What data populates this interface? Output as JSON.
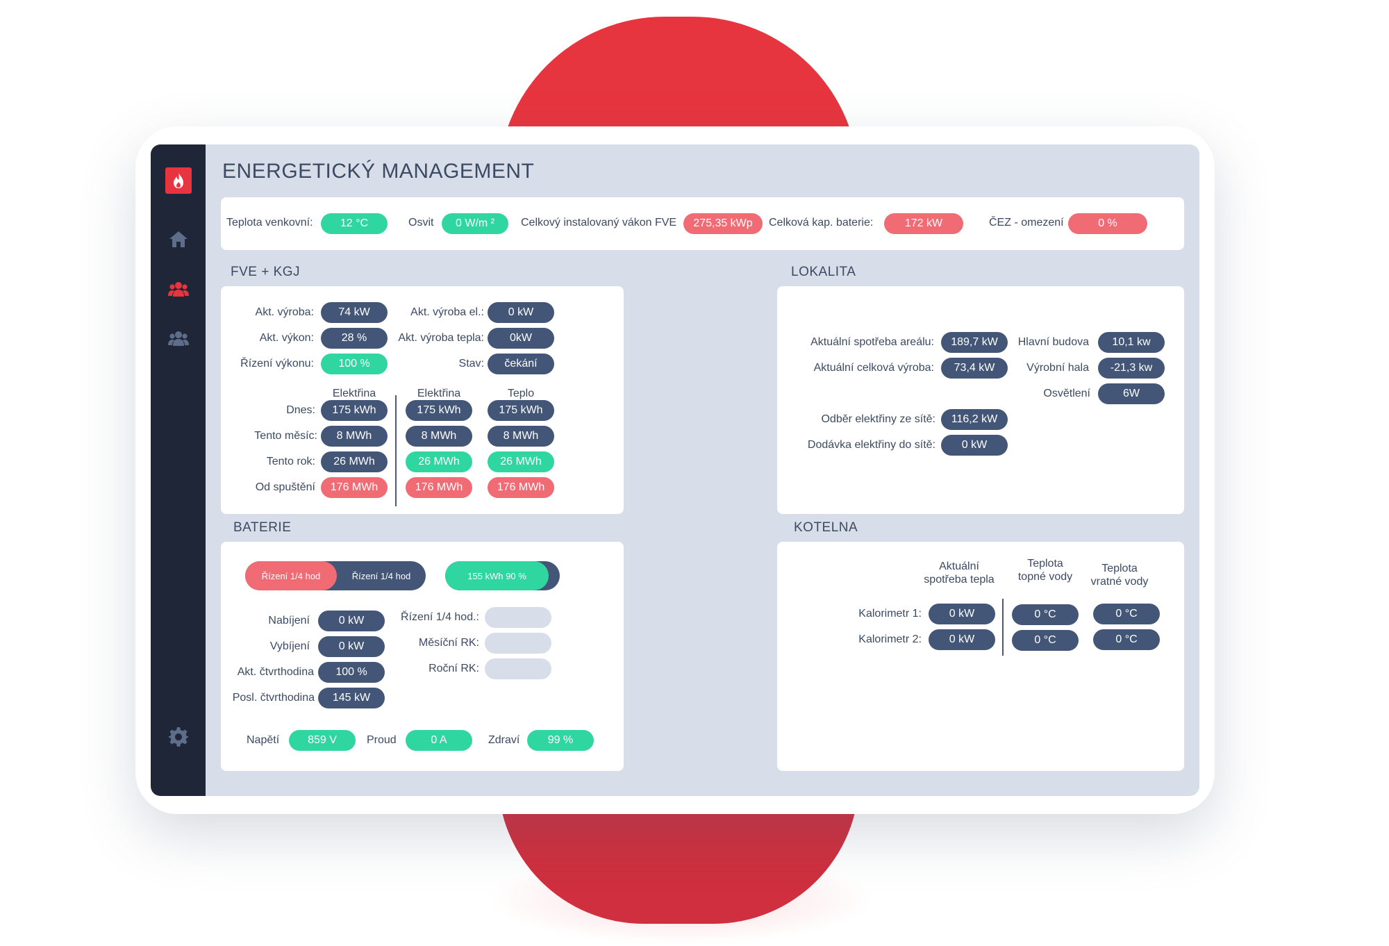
{
  "header": {
    "title": "ENERGETICKÝ MANAGEMENT"
  },
  "sidebar": {
    "items": [
      {
        "icon": "home-icon"
      },
      {
        "icon": "users-icon",
        "active": true
      },
      {
        "icon": "group-icon"
      },
      {
        "icon": "gear-icon"
      }
    ]
  },
  "topbar": {
    "outdoor_temp_label": "Teplota venkovní:",
    "outdoor_temp": "12 °C",
    "irradiance_label": "Osvit",
    "irradiance": "0 W/m ²",
    "fve_total_label": "Celkový instalovaný vákon FVE",
    "fve_total": "275,35 kWp",
    "battery_cap_label": "Celková kap. baterie:",
    "battery_cap": "172 kW",
    "cez_label": "ČEZ - omezení",
    "cez": "0 %"
  },
  "fve": {
    "section": "FVE + KGJ",
    "prod_label": "Akt. výroba:",
    "prod": "74 kW",
    "power_label": "Akt. výkon:",
    "power": "28 %",
    "control_label": "Řízení výkonu:",
    "control": "100 %",
    "prod_el_label": "Akt. výroba el.:",
    "prod_el": "0 kW",
    "prod_heat_label": "Akt. výroba tepla:",
    "prod_heat": "0kW",
    "state_label": "Stav:",
    "state": "čekání",
    "col1": "Elektřina",
    "col2": "Elektřina",
    "col3": "Teplo",
    "rows": [
      {
        "label": "Dnes:",
        "a": "175 kWh",
        "b": "175 kWh",
        "c": "175 kWh"
      },
      {
        "label": "Tento měsíc:",
        "a": "8 MWh",
        "b": "8 MWh",
        "c": "8 MWh"
      },
      {
        "label": "Tento rok:",
        "a": "26 MWh",
        "b": "26 MWh",
        "c": "26 MWh"
      },
      {
        "label": "Od spuštění",
        "a": "176 MWh",
        "b": "176 MWh",
        "c": "176 MWh"
      }
    ]
  },
  "lokalita": {
    "section": "LOKALITA",
    "consumption_label": "Aktuální spotřeba areálu:",
    "consumption": "189,7 kW",
    "total_prod_label": "Aktuální celková výroba:",
    "total_prod": "73,4 kW",
    "grid_in_label": "Odběr elektřiny ze sítě:",
    "grid_in": "116,2 kW",
    "grid_out_label": "Dodávka elektřiny do sítě:",
    "grid_out": "0 kW",
    "main_bldg_label": "Hlavní budova",
    "main_bldg": "10,1 kw",
    "hall_label": "Výrobní hala",
    "hall": "-21,3 kw",
    "lighting_label": "Osvětlení",
    "lighting": "6W"
  },
  "baterie": {
    "section": "BATERIE",
    "toggle_a": "Řízení 1/4 hod",
    "toggle_b": "Řízení 1/4 hod",
    "charge_text": "155 kWh  90 %",
    "charge_level": 0.9,
    "charging_label": "Nabíjení",
    "charging": "0 kW",
    "discharging_label": "Vybíjení",
    "discharging": "0 kW",
    "quarter_label": "Akt. čtvrthodina",
    "quarter": "100 %",
    "last_quarter_label": "Posl. čtvrthodina",
    "last_quarter": "145 kW",
    "ctrl_label": "Řízení 1/4 hod.:",
    "month_rk_label": "Měsíční RK:",
    "year_rk_label": "Roční RK:",
    "voltage_label": "Napětí",
    "voltage": "859 V",
    "current_label": "Proud",
    "current": "0 A",
    "health_label": "Zdraví",
    "health": "99 %"
  },
  "kotelna": {
    "section": "KOTELNA",
    "col1": "Aktuální\nspotřeba tepla",
    "col2": "Teplota\ntopné vody",
    "col3": "Teplota\nvratné vody",
    "rows": [
      {
        "label": "Kalorimetr 1:",
        "a": "0 kW",
        "b": "0 °C",
        "c": "0 °C"
      },
      {
        "label": "Kalorimetr 2:",
        "a": "0 kW",
        "b": "0 °C",
        "c": "0 °C"
      }
    ]
  }
}
